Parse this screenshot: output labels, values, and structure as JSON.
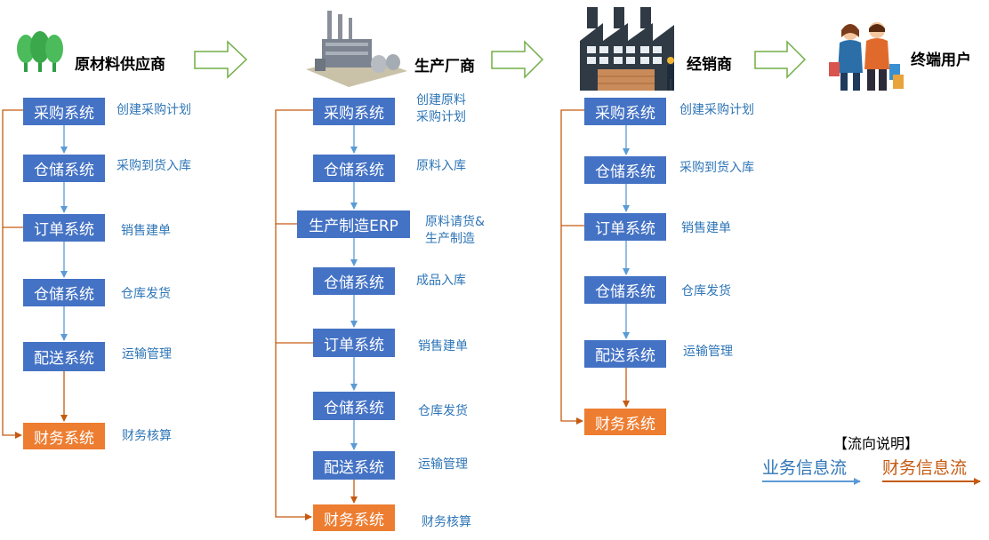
{
  "headers": {
    "supplier": "原材料供应商",
    "manufacturer": "生产厂商",
    "distributor": "经销商",
    "enduser": "终端用户"
  },
  "supplier_flow": [
    {
      "label": "采购系统",
      "note": "创建采购计划"
    },
    {
      "label": "仓储系统",
      "note": "采购到货入库"
    },
    {
      "label": "订单系统",
      "note": "销售建单"
    },
    {
      "label": "仓储系统",
      "note": "仓库发货"
    },
    {
      "label": "配送系统",
      "note": "运输管理"
    },
    {
      "label": "财务系统",
      "note": "财务核算"
    }
  ],
  "manufacturer_flow": [
    {
      "label": "采购系统",
      "note_line1": "创建原料",
      "note_line2": "采购计划"
    },
    {
      "label": "仓储系统",
      "note_line1": "原料入库"
    },
    {
      "label": "生产制造ERP",
      "note_line1": "原料请货&",
      "note_line2": "生产制造"
    },
    {
      "label": "仓储系统",
      "note_line1": "成品入库"
    },
    {
      "label": "订单系统",
      "note_line1": "销售建单"
    },
    {
      "label": "仓储系统",
      "note_line1": "仓库发货"
    },
    {
      "label": "配送系统",
      "note_line1": "运输管理"
    },
    {
      "label": "财务系统",
      "note_line1": "财务核算"
    }
  ],
  "distributor_flow": [
    {
      "label": "采购系统",
      "note": "创建采购计划"
    },
    {
      "label": "仓储系统",
      "note": "采购到货入库"
    },
    {
      "label": "订单系统",
      "note": "销售建单"
    },
    {
      "label": "仓储系统",
      "note": "仓库发货"
    },
    {
      "label": "配送系统",
      "note": "运输管理"
    },
    {
      "label": "财务系统",
      "note": ""
    }
  ],
  "legend": {
    "title": "【流向说明】",
    "business": "业务信息流",
    "finance": "财务信息流"
  },
  "colors": {
    "box_blue": "#4472c4",
    "box_orange": "#ed7d31",
    "business_flow": "#5b9bd5",
    "finance_flow": "#c55a11",
    "note_text": "#2e75b6",
    "stage_arrow": "#70ad47"
  },
  "icons": {
    "supplier": "tree-icon",
    "manufacturer": "factory-icon",
    "distributor": "warehouse-icon",
    "enduser": "shoppers-icon"
  }
}
